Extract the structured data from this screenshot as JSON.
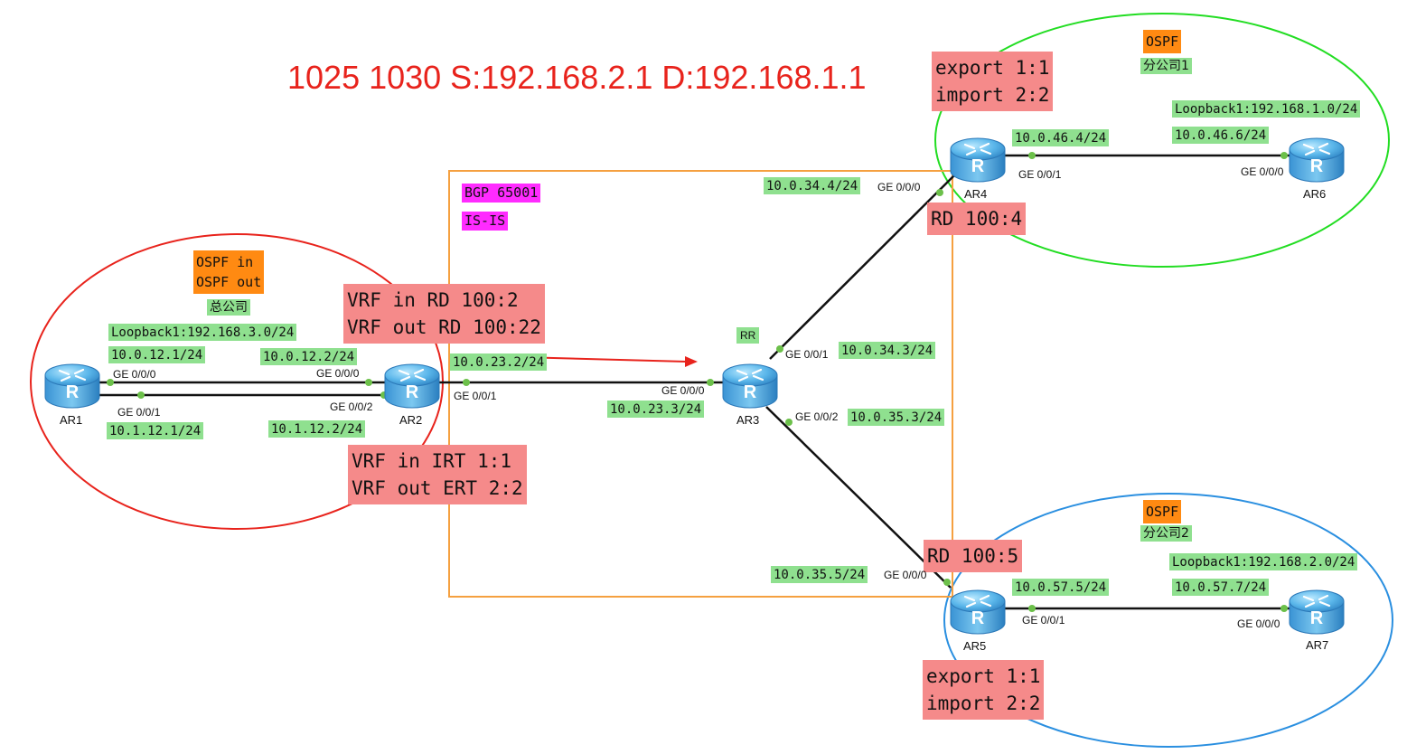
{
  "title": "1025 1030 S:192.168.2.1 D:192.168.1.1",
  "colors": {
    "hq_area": "#e8231c",
    "branch1_area": "#22dd22",
    "branch2_area": "#2a8fe0",
    "bgp_box": "#f5a040",
    "ip_label": "#8fe08f",
    "note_label": "#f58a8a",
    "proto_label": "#ff2bff",
    "ospf_label": "#ff8a12"
  },
  "routers": [
    {
      "id": "AR1",
      "name": "AR1",
      "icon": "router-icon"
    },
    {
      "id": "AR2",
      "name": "AR2",
      "icon": "router-icon"
    },
    {
      "id": "AR3",
      "name": "AR3",
      "icon": "router-icon"
    },
    {
      "id": "AR4",
      "name": "AR4",
      "icon": "router-icon"
    },
    {
      "id": "AR5",
      "name": "AR5",
      "icon": "router-icon"
    },
    {
      "id": "AR6",
      "name": "AR6",
      "icon": "router-icon"
    },
    {
      "id": "AR7",
      "name": "AR7",
      "icon": "router-icon"
    }
  ],
  "links": [
    {
      "from": "AR1",
      "to": "AR2"
    },
    {
      "from": "AR1",
      "to": "AR2"
    },
    {
      "from": "AR2",
      "to": "AR3"
    },
    {
      "from": "AR3",
      "to": "AR4"
    },
    {
      "from": "AR3",
      "to": "AR5"
    },
    {
      "from": "AR4",
      "to": "AR6"
    },
    {
      "from": "AR5",
      "to": "AR7"
    }
  ],
  "bgp_domain": {
    "as_label": "BGP 65001",
    "igp_label": "IS-IS"
  },
  "rr_label": "RR",
  "headquarters": {
    "ospf_in_out": [
      "OSPF in",
      "OSPF out"
    ],
    "site_name": "总公司",
    "loopback": "Loopback1:192.168.3.0/24",
    "ar1_ip_a": "10.0.12.1/24",
    "ar1_ip_b": "10.1.12.1/24",
    "ar2_ip_a": "10.0.12.2/24",
    "ar2_ip_b": "10.1.12.2/24",
    "ar1_port_a": "GE 0/0/0",
    "ar1_port_b": "GE 0/0/1",
    "ar2_port_a": "GE 0/0/0",
    "ar2_port_b": "GE 0/0/2"
  },
  "ar2_uplink": {
    "ip": "10.0.23.2/24",
    "port": "GE 0/0/1"
  },
  "ar3_ports": {
    "to_ar2_port": "GE 0/0/0",
    "to_ar2_ip": "10.0.23.3/24",
    "to_ar4_port": "GE 0/0/1",
    "to_ar4_ip": "10.0.34.3/24",
    "to_ar5_port": "GE 0/0/2",
    "to_ar5_ip": "10.0.35.3/24"
  },
  "vrf_rd": [
    "VRF in RD 100:2",
    "VRF out RD 100:22"
  ],
  "vrf_rt": [
    "VRF in IRT 1:1",
    "VRF out ERT 2:2"
  ],
  "branch1": {
    "ospf": "OSPF",
    "site_name": "分公司1",
    "rt": [
      "export 1:1",
      "import 2:2"
    ],
    "rd": "RD 100:4",
    "ar4_ip_core": "10.0.34.4/24",
    "ar4_port_core": "GE 0/0/0",
    "ar4_ip_lan": "10.0.46.4/24",
    "ar4_port_lan": "GE 0/0/1",
    "ar6_ip": "10.0.46.6/24",
    "ar6_port": "GE 0/0/0",
    "loopback": "Loopback1:192.168.1.0/24"
  },
  "branch2": {
    "ospf": "OSPF",
    "site_name": "分公司2",
    "rt": [
      "export 1:1",
      "import 2:2"
    ],
    "rd": "RD 100:5",
    "ar5_ip_core": "10.0.35.5/24",
    "ar5_port_core": "GE 0/0/0",
    "ar5_ip_lan": "10.0.57.5/24",
    "ar5_port_lan": "GE 0/0/1",
    "ar7_ip": "10.0.57.7/24",
    "ar7_port": "GE 0/0/0",
    "loopback": "Loopback1:192.168.2.0/24"
  }
}
